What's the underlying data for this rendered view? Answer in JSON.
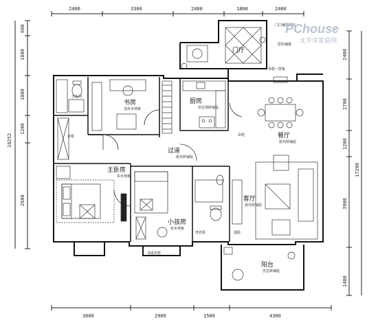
{
  "dimensions": {
    "top": [
      "2400",
      "3300",
      "2400",
      "1800",
      "2400"
    ],
    "bottom": [
      "3600",
      "2900",
      "1500",
      "4300"
    ],
    "left_total": "10252",
    "left": [
      "600",
      "1800",
      "1800",
      "1200",
      "2600"
    ],
    "right_total": "17290",
    "right": [
      "2400",
      "2700",
      "1200",
      "3900",
      "1480"
    ]
  },
  "rooms": {
    "study": "书房",
    "kitchen": "厨房",
    "dining": "餐厅",
    "corridor": "过道",
    "master_bedroom": "主卧房",
    "small_bedroom": "小孩房",
    "living": "客厅",
    "balcony": "阳台",
    "garden": "门厅"
  },
  "floor_notes": {
    "study": "浅灰木地板",
    "kitchen": "仿古地砖铺贴",
    "dining": "抛光砖铺贴",
    "corridor": "抛光砖铺贴",
    "master_bedroom": "实木地板",
    "small_bedroom": "实木地板",
    "living": "抛光砖铺贴",
    "balcony": "仿古砖铺贴"
  },
  "annotations": {
    "bath": "卫生间",
    "wardrobe": "衣柜",
    "shelf": "酒柜",
    "sink_area": "洗衣机",
    "window_note_1": "门口铺花岗石",
    "window_note_2": "原石铺装",
    "dining_top": "吊柜一层板",
    "dining_side": "吊柜",
    "child_note": "书桌衣柜"
  },
  "watermark": {
    "brand": "PChouse",
    "sub": "太平洋家居网"
  }
}
